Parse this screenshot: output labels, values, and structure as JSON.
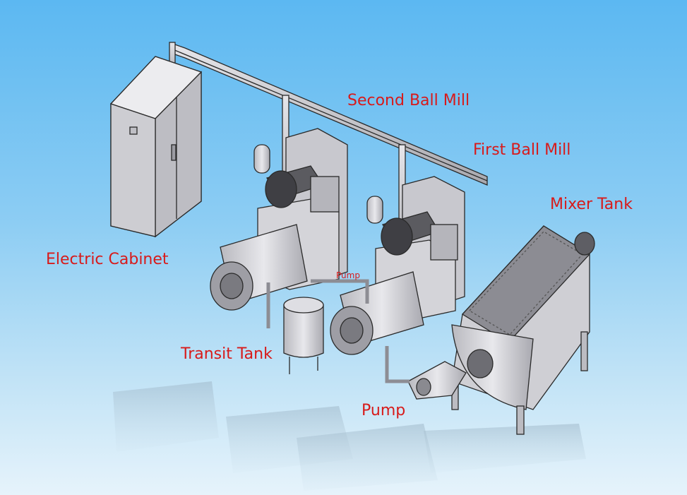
{
  "labels": {
    "second_ball_mill": "Second Ball Mill",
    "first_ball_mill": "First Ball Mill",
    "mixer_tank": "Mixer Tank",
    "electric_cabinet": "Electric Cabinet",
    "pump_small": "Pump",
    "transit_tank": "Transit Tank",
    "pump_large": "Pump"
  },
  "colors": {
    "label_text": "#d81a1a",
    "equipment_metal": "#cfcfd3",
    "outline": "#2a2a2a",
    "background_top": "#5cb8f2",
    "background_bottom": "#e6f3fb"
  }
}
